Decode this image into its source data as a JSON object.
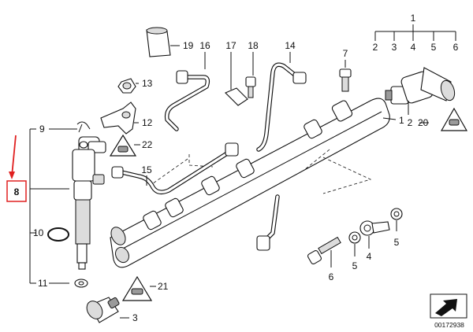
{
  "diagram": {
    "labels": {
      "p1_top": "1",
      "p2a": "2",
      "p3a": "3",
      "p4a": "4",
      "p5a": "5",
      "p6a": "6",
      "p1_rail": "1",
      "p2_sensor": "2",
      "p20": "20",
      "p19": "19",
      "p16": "16",
      "p17": "17",
      "p18": "18",
      "p14": "14",
      "p7": "7",
      "p13": "13",
      "p12": "12",
      "p22": "22",
      "p15": "15",
      "p9": "9",
      "p8": "8",
      "p10": "10",
      "p11": "11",
      "p21": "21",
      "p3_bottom": "3",
      "p5_right": "5",
      "p4_bottom": "4",
      "p5_bottom": "5",
      "p6_bottom": "6"
    },
    "highlight_color": "#e02020",
    "image_code": "00172938"
  }
}
